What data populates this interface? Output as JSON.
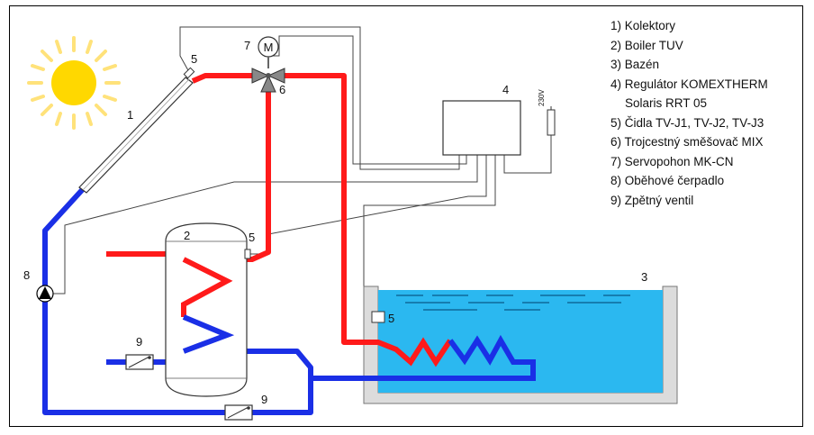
{
  "legend": [
    {
      "text": "1) Kolektory"
    },
    {
      "text": "2) Boiler TUV"
    },
    {
      "text": "3) Bazén"
    },
    {
      "text": "4) Regulátor KOMEXTHERM"
    },
    {
      "text": "Solaris RRT 05",
      "indent": true
    },
    {
      "text": "5) Čidla TV-J1, TV-J2, TV-J3"
    },
    {
      "text": "6) Trojcestný směšovač MIX"
    },
    {
      "text": "7) Servopohon MK-CN"
    },
    {
      "text": "8) Oběhové čerpadlo"
    },
    {
      "text": "9) Zpětný ventil"
    }
  ],
  "labels": {
    "collector": "1",
    "boiler": "2",
    "pool": "3",
    "regulator": "4",
    "sensor_collector": "5",
    "sensor_boiler": "5",
    "sensor_pool": "5",
    "mixer": "6",
    "servo": "7",
    "servo_symbol": "M",
    "pump": "8",
    "check_valve_boiler": "9",
    "check_valve_return": "9",
    "voltage": "230V"
  },
  "colors": {
    "hot_pipe": "#ff1a1a",
    "cold_pipe": "#1a2fe6",
    "signal_wire": "#444444",
    "pool_water": "#2bb8f0",
    "pool_wall": "#dcdcdc",
    "sun": "#ffd800",
    "sun_rays": "#ffe27a"
  },
  "icons": [
    "sun-icon",
    "pump-icon",
    "check-valve-icon",
    "mixing-valve-icon",
    "motor-icon",
    "sensor-icon"
  ]
}
